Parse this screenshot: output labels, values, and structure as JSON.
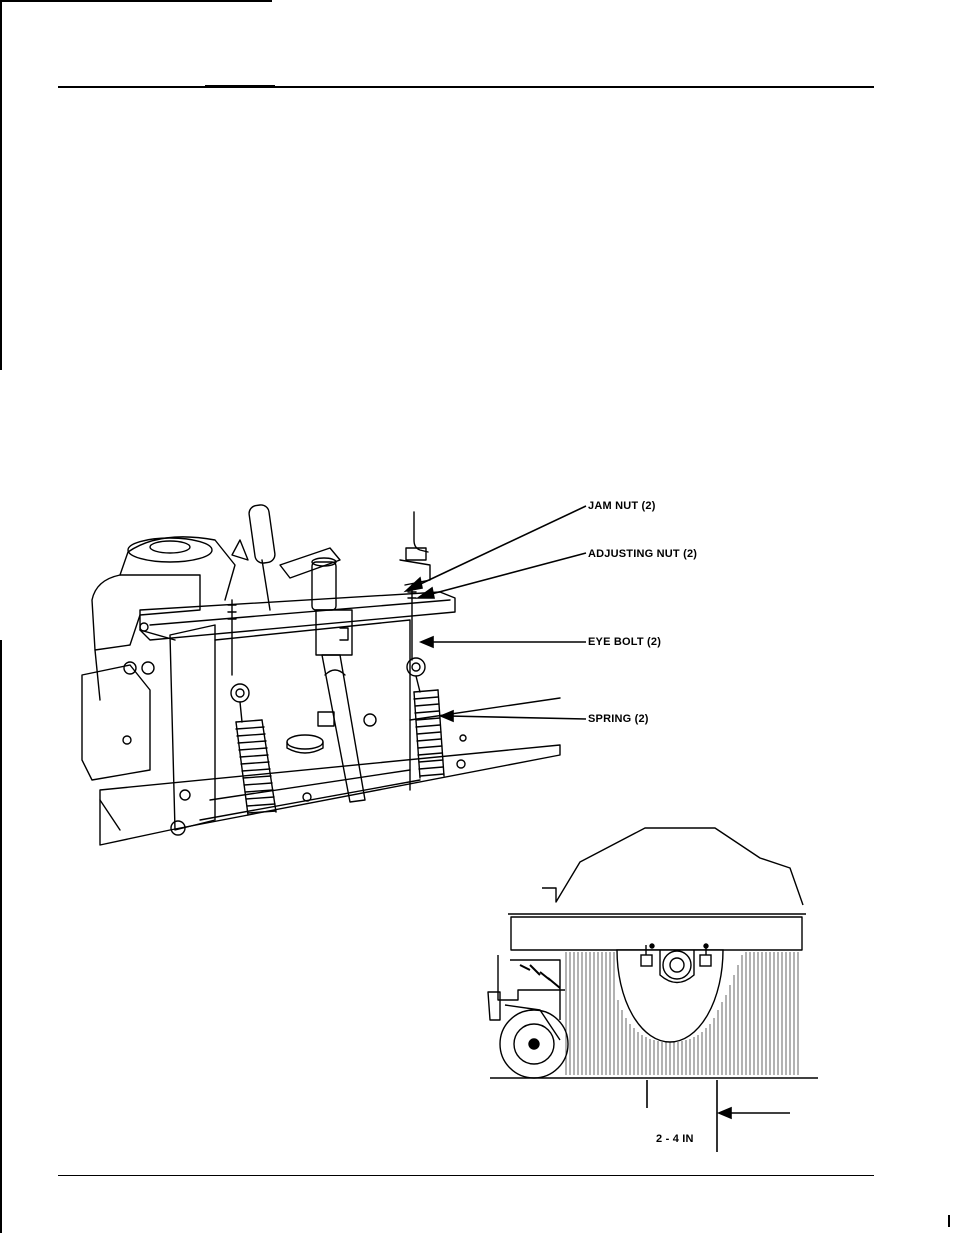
{
  "callouts": {
    "jam_nut": "JAM NUT (2)",
    "adjusting_nut": "ADJUSTING NUT (2)",
    "eye_bolt": "EYE BOLT (2)",
    "spring": "SPRING (2)"
  },
  "brush_diagram": {
    "measurement": "2 - 4 IN"
  }
}
